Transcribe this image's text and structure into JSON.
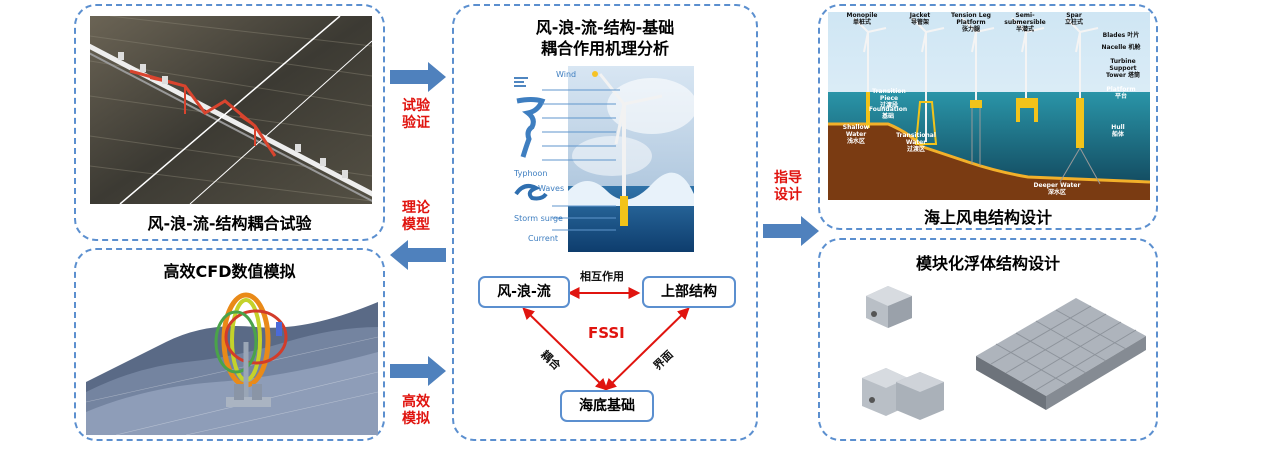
{
  "left_top": {
    "title": "风-浪-流-结构耦合试验"
  },
  "left_bottom": {
    "title": "高效CFD数值模拟"
  },
  "center": {
    "title_line1": "风-浪-流-结构-基础",
    "title_line2": "耦合作用机理分析",
    "env_labels": {
      "wind": "Wind",
      "typhoon": "Typhoon",
      "waves": "Waves",
      "storm": "Storm surge",
      "current": "Current"
    },
    "nodes": {
      "wwc": "风-浪-流",
      "upper": "上部结构",
      "seabed": "海底基础"
    },
    "edges": {
      "top": "相互作用",
      "left": "耦合",
      "right": "界面"
    },
    "center_label": "FSSI"
  },
  "arrows": {
    "test": "试验\n验证",
    "theory": "理论\n模型",
    "sim": "高效\n模拟",
    "guide": "指导\n设计"
  },
  "right_top": {
    "title": "海上风电结构设计",
    "types": [
      {
        "en": "Monopile",
        "zh": "单桩式"
      },
      {
        "en": "Jacket",
        "zh": "导管架"
      },
      {
        "en": "Tension Leg\nPlatform",
        "zh": "张力腿"
      },
      {
        "en": "Semi-submersible",
        "zh": "半潜式"
      },
      {
        "en": "Spar",
        "zh": "立柱式"
      }
    ],
    "parts": [
      {
        "en": "Blades",
        "zh": "叶片"
      },
      {
        "en": "Nacelle",
        "zh": "机舱"
      },
      {
        "en": "Turbine Support\nTower",
        "zh": "塔筒"
      },
      {
        "en": "Platform",
        "zh": "平台"
      },
      {
        "en": "Hull",
        "zh": "船体"
      }
    ],
    "left_parts": [
      {
        "en": "Transition\nPiece",
        "zh": "过渡段"
      },
      {
        "en": "Foundation",
        "zh": "基础"
      }
    ],
    "waters": [
      {
        "en": "Shallow Water",
        "zh": "浅水区"
      },
      {
        "en": "Transitional\nWater",
        "zh": "过渡区"
      },
      {
        "en": "Deeper Water",
        "zh": "深水区"
      }
    ]
  },
  "right_bottom": {
    "title": "模块化浮体结构设计"
  }
}
